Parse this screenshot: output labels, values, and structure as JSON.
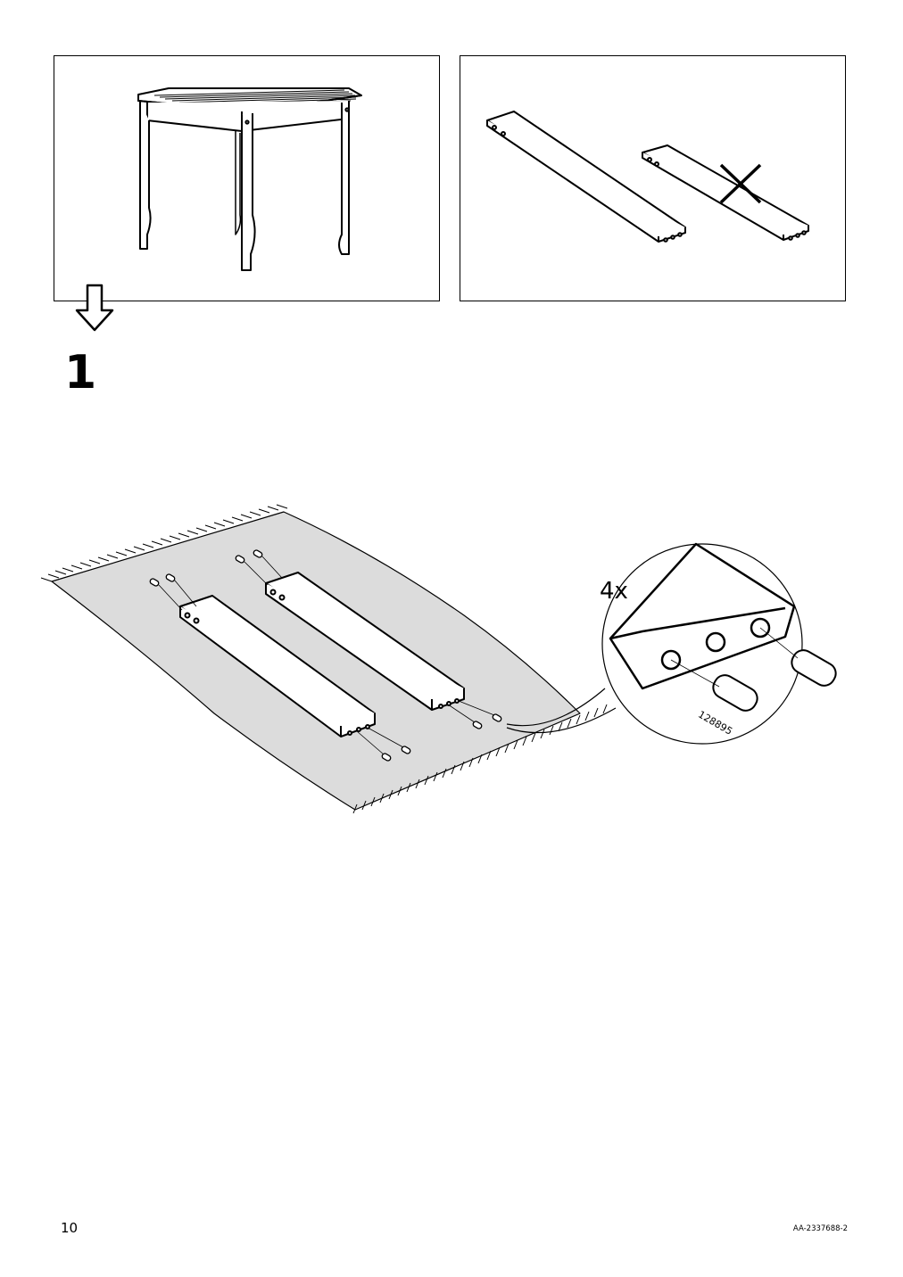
{
  "page": {
    "page_number": "10",
    "document_code": "AA-2337688-2"
  },
  "step": {
    "number": "1",
    "quantity": "4x",
    "part_number": "128895"
  }
}
